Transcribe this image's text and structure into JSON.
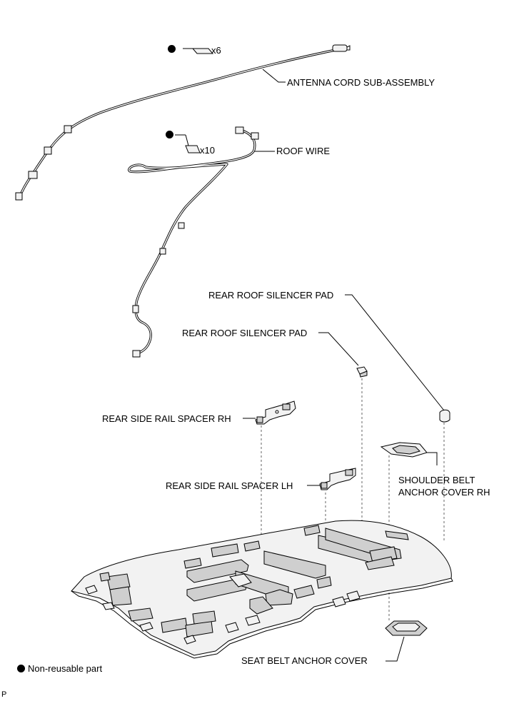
{
  "labels": {
    "antenna_cord": "ANTENNA CORD SUB-ASSEMBLY",
    "roof_wire": "ROOF WIRE",
    "rear_roof_silencer_pad_1": "REAR ROOF SILENCER PAD",
    "rear_roof_silencer_pad_2": "REAR ROOF SILENCER PAD",
    "rear_side_rail_spacer_rh": "REAR SIDE RAIL SPACER RH",
    "rear_side_rail_spacer_lh": "REAR SIDE RAIL SPACER LH",
    "shoulder_belt_line1": "SHOULDER BELT",
    "shoulder_belt_line2": "ANCHOR COVER RH",
    "seat_belt_anchor_cover": "SEAT BELT ANCHOR COVER"
  },
  "quantities": {
    "antenna_clamps": "x6",
    "roof_wire_clamps": "x10"
  },
  "legend": {
    "non_reusable": "Non-reusable part"
  },
  "corner_mark": "P"
}
